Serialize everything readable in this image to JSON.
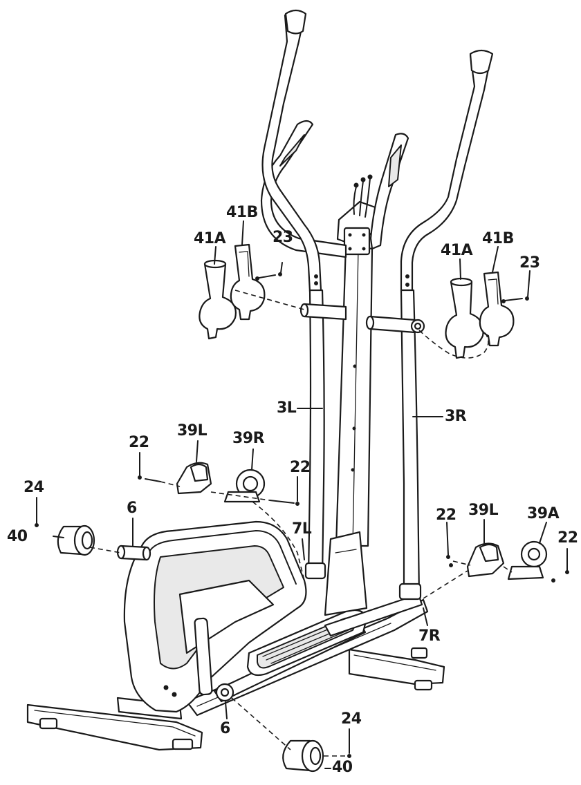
{
  "diagram": {
    "labels": {
      "41A_left": "41A",
      "41B_left": "41B",
      "23_left": "23",
      "41A_right": "41A",
      "41B_right": "41B",
      "23_right": "23",
      "3L": "3L",
      "3R": "3R",
      "22_a": "22",
      "39L_left": "39L",
      "39R": "39R",
      "22_b": "22",
      "24_top": "24",
      "40_top": "40",
      "6_top": "6",
      "7L": "7L",
      "22_c": "22",
      "39L_right": "39L",
      "39A": "39A",
      "22_d": "22",
      "7R": "7R",
      "6_bottom": "6",
      "24_bottom": "24",
      "40_bottom": "40"
    }
  }
}
